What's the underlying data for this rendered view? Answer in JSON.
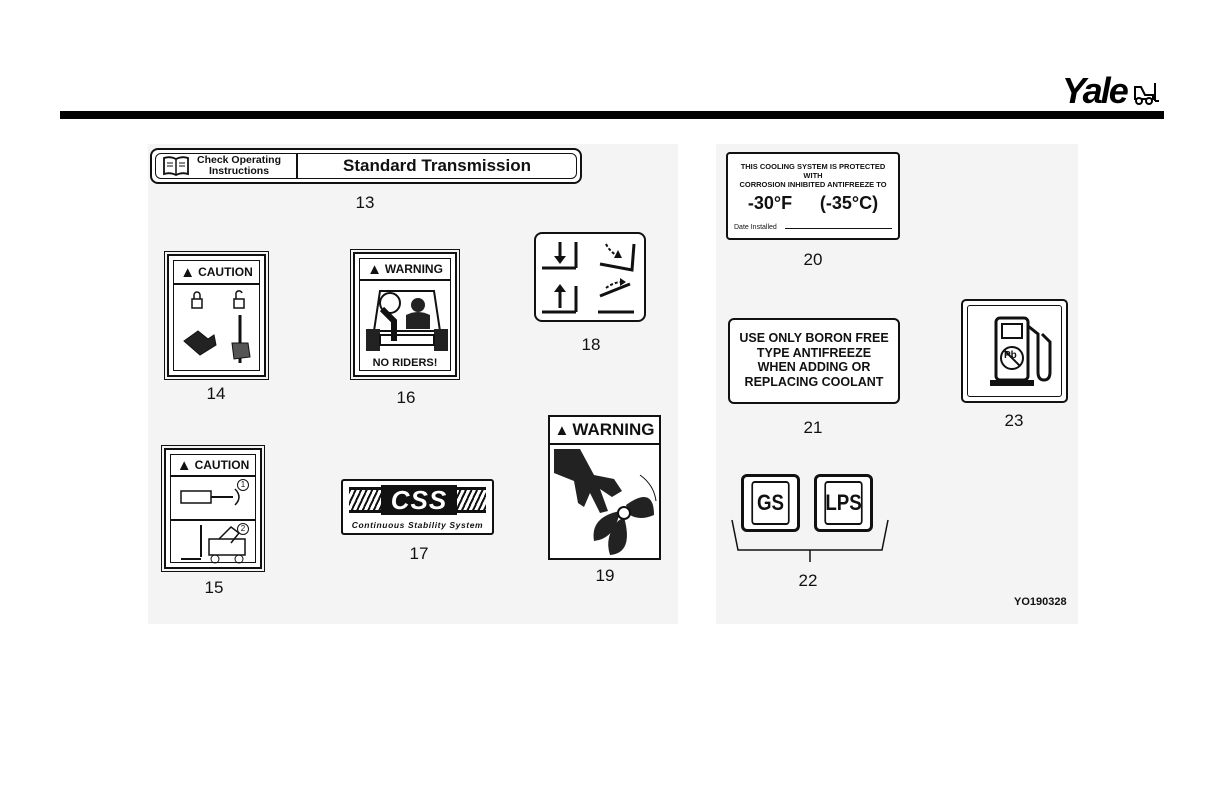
{
  "brand": {
    "logo_text": "Yale"
  },
  "figure_ref": "YO190328",
  "decals": {
    "d13": {
      "number": "13",
      "left_text": "Check Operating Instructions",
      "right_text": "Standard Transmission"
    },
    "d14": {
      "number": "14",
      "banner": "CAUTION"
    },
    "d15": {
      "number": "15",
      "banner": "CAUTION",
      "step1": "1",
      "step2": "2"
    },
    "d16": {
      "number": "16",
      "banner": "WARNING",
      "footer": "NO RIDERS!"
    },
    "d17": {
      "number": "17",
      "logo": "CSS",
      "subtitle": "Continuous Stability System"
    },
    "d18": {
      "number": "18"
    },
    "d19": {
      "number": "19",
      "banner": "WARNING"
    },
    "d20": {
      "number": "20",
      "line1": "THIS COOLING SYSTEM IS PROTECTED WITH",
      "line2": "CORROSION INHIBITED ANTIFREEZE TO",
      "temp_f": "-30°F",
      "temp_c": "(-35°C)",
      "date_label": "Date Installed"
    },
    "d21": {
      "number": "21",
      "lines": [
        "USE ONLY BORON FREE",
        "TYPE ANTIFREEZE",
        "WHEN ADDING OR",
        "REPLACING COOLANT"
      ]
    },
    "d22": {
      "number": "22",
      "badge1": "GS",
      "badge2": "LPS"
    },
    "d23": {
      "number": "23",
      "symbol": "Pb"
    }
  }
}
